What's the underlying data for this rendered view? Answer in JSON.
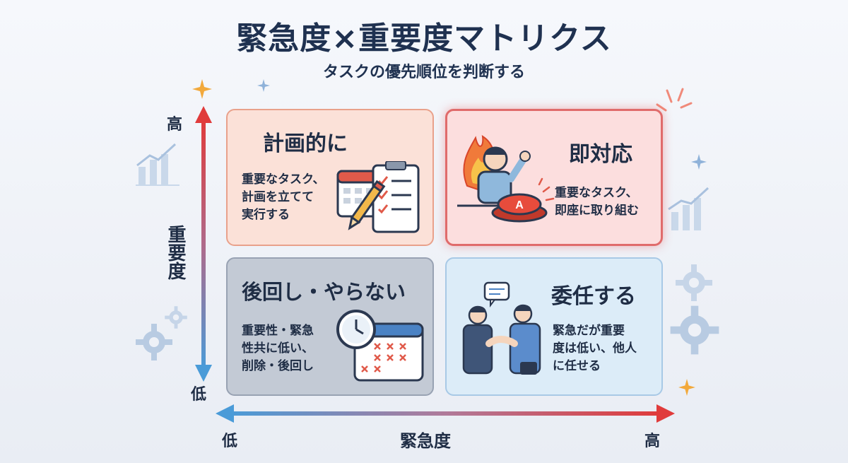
{
  "header": {
    "title": "緊急度×重要度マトリクス",
    "subtitle": "タスクの優先順位を判断する"
  },
  "axes": {
    "vertical": {
      "label": "重要度",
      "high": "高",
      "low": "低"
    },
    "horizontal": {
      "label": "緊急度",
      "low": "低",
      "high": "高"
    }
  },
  "quadrants": {
    "plan": {
      "title": "計画的に",
      "desc": "重要なタスク、\n計画を立てて\n実行する"
    },
    "do": {
      "title": "即対応",
      "desc": "重要なタスク、\n即座に取り組む"
    },
    "drop": {
      "title": "後回し・やらない",
      "desc": "重要性・緊急\n性共に低い、\n削除・後回し"
    },
    "delegate": {
      "title": "委任する",
      "desc": "緊急だが重要\n度は低い、他人\nに任せる"
    }
  },
  "button_letter": "A",
  "colors": {
    "plan_bg": "#fbe1d8",
    "do_bg": "#fcdede",
    "drop_bg": "#c3cad5",
    "delegate_bg": "#dcecf8",
    "axis_high": "#e03b3b",
    "axis_low": "#4a9bd8"
  },
  "icons": {
    "plan": "calendar-checklist-pencil-icon",
    "do": "person-fire-alarm-button-icon",
    "drop": "clock-calendar-icon",
    "delegate": "handshake-icon"
  }
}
